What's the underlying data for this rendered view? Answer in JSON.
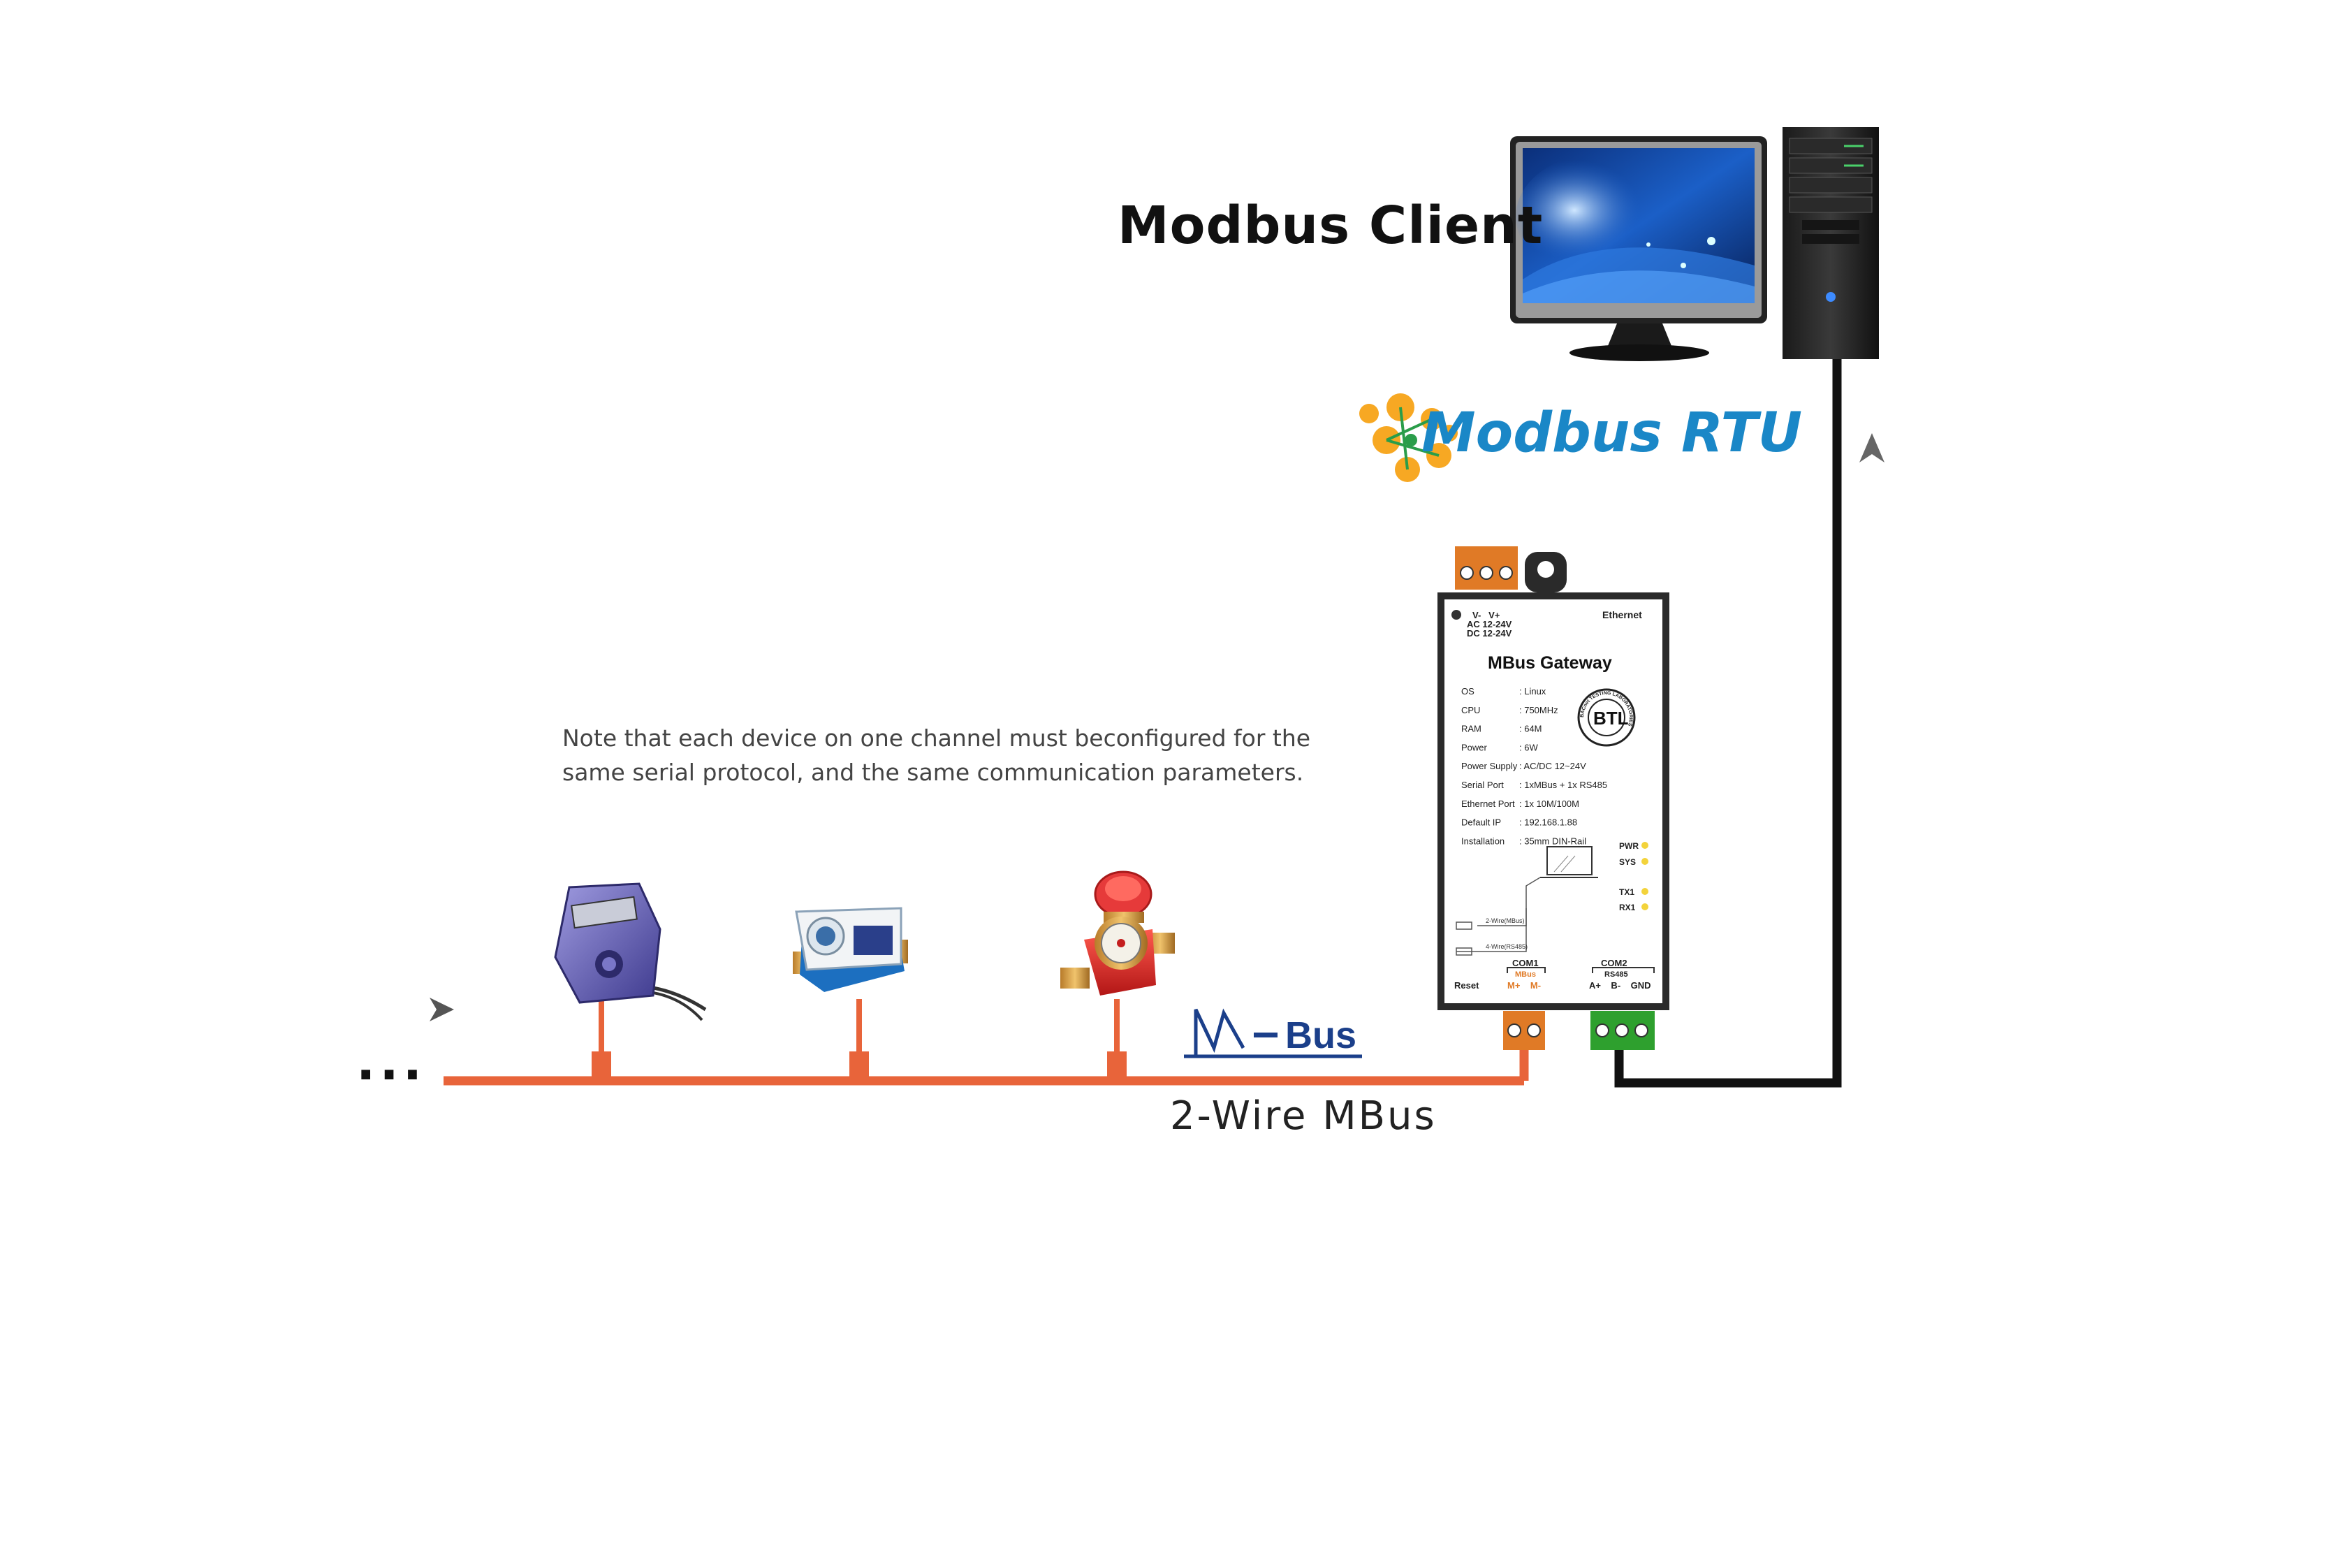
{
  "client": {
    "title": "Modbus Client"
  },
  "protocol": {
    "name": "Modbus RTU"
  },
  "note": {
    "line1": "Note that each device on one channel must beconfigured for the",
    "line2": "same serial protocol, and the same communication parameters."
  },
  "bus": {
    "label": "2-Wire MBus",
    "logo_text": "Bus",
    "logo_letter": "M",
    "ellipsis": "..."
  },
  "gateway": {
    "title": "MBus Gateway",
    "power_pins": "V-   V+",
    "power_ac": "AC 12-24V",
    "power_dc": "DC 12-24V",
    "ethernet": "Ethernet",
    "specs": [
      {
        "k": "OS",
        "v": ": Linux"
      },
      {
        "k": "CPU",
        "v": ": 750MHz"
      },
      {
        "k": "RAM",
        "v": ": 64M"
      },
      {
        "k": "Power",
        "v": ": 6W"
      },
      {
        "k": "Power Supply",
        "v": ": AC/DC 12~24V"
      },
      {
        "k": "Serial Port",
        "v": ": 1xMBus + 1x RS485"
      },
      {
        "k": "Ethernet Port",
        "v": ": 1x 10M/100M"
      },
      {
        "k": "Default IP",
        "v": ": 192.168.1.88"
      },
      {
        "k": "Installation",
        "v": ": 35mm DIN-Rail"
      }
    ],
    "leds": [
      "PWR",
      "SYS",
      "TX1",
      "RX1"
    ],
    "wiring_2wire": "2-Wire(MBus)",
    "wiring_4wire": "4-Wire(RS485)",
    "reset": "Reset",
    "com1": "COM1",
    "com1_sub": "MBus",
    "com1_pins": "M+    M-",
    "com2": "COM2",
    "com2_sub": "RS485",
    "com2_pins": "A+    B-    GND",
    "cert_mark": "BTL",
    "cert_ring": "BACnet TESTING LABORATORIES"
  },
  "colors": {
    "bus_line": "#e8643a",
    "terminal_orange": "#e07a26",
    "terminal_green": "#2ea02e",
    "rtu_blue": "#1a87c7",
    "gateway_body": "#2a2a2a"
  }
}
